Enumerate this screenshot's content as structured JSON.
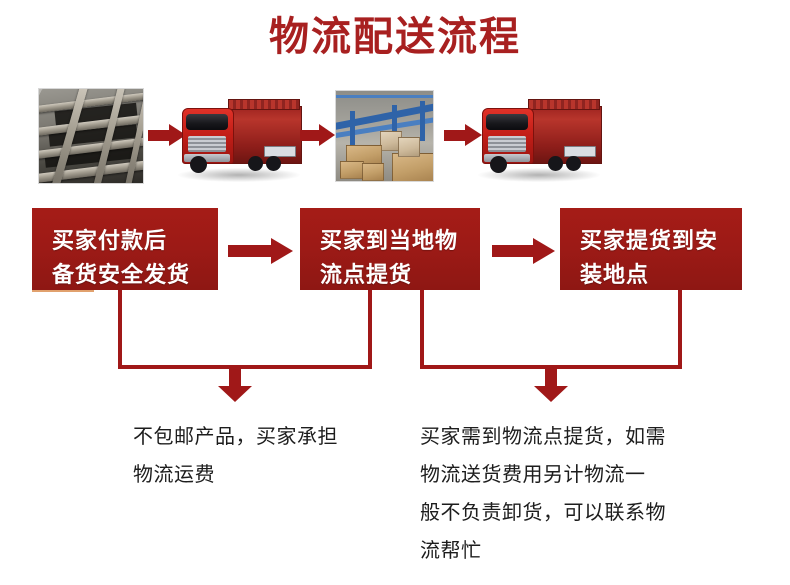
{
  "title": "物流配送流程",
  "colors": {
    "title_red": "#a82020",
    "box_red": "#9c1a16",
    "arrow_red": "#a01818",
    "note_text": "#1d1d1d"
  },
  "photo_strip": {
    "items": [
      {
        "name": "pallet-packing-photo",
        "alt": "钢架木托盘包装"
      },
      {
        "name": "red-truck-photo-1",
        "alt": "红色厢式货车"
      },
      {
        "name": "warehouse-photo",
        "alt": "物流仓库传送带纸箱"
      },
      {
        "name": "red-truck-photo-2",
        "alt": "红色厢式货车"
      }
    ],
    "arrows": [
      "arrow-1",
      "arrow-2",
      "arrow-3"
    ]
  },
  "flow": {
    "steps": [
      {
        "id": "step-1",
        "lines": [
          "买家付款后",
          "备货安全发货"
        ]
      },
      {
        "id": "step-2",
        "lines": [
          "买家到当地物",
          "流点提货"
        ]
      },
      {
        "id": "step-3",
        "lines": [
          "买家提货到安",
          "装地点"
        ]
      }
    ],
    "arrows": [
      "flow-arrow-1",
      "flow-arrow-2"
    ]
  },
  "notes": [
    {
      "id": "note-left",
      "lines": [
        "不包邮产品，买家承担",
        "物流运费"
      ]
    },
    {
      "id": "note-right",
      "lines": [
        "买家需到物流点提货，如需",
        "物流送货费用另计物流一",
        "般不负责卸货，可以联系物",
        "流帮忙"
      ]
    }
  ]
}
